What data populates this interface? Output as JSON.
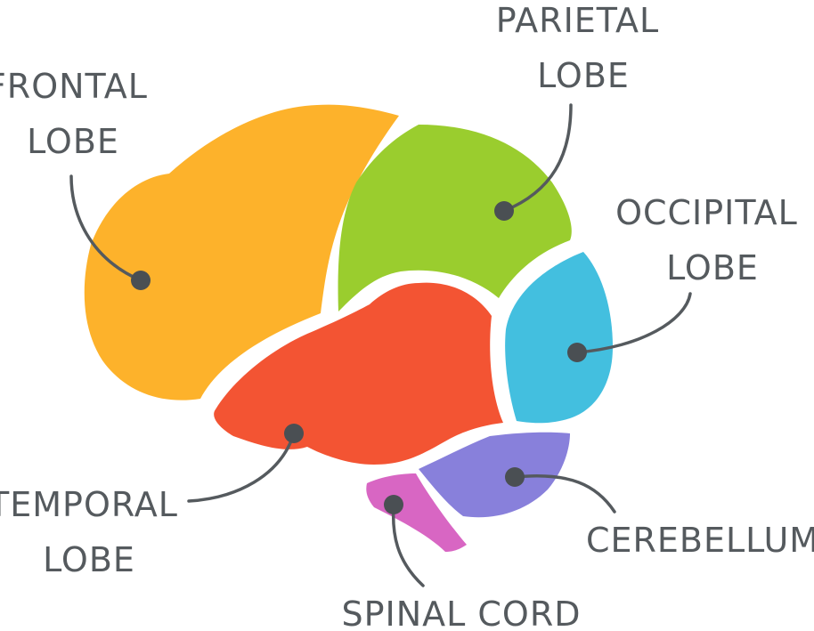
{
  "diagram": {
    "labels": {
      "frontal": [
        "FRONTAL",
        "LOBE"
      ],
      "parietal": [
        "PARIETAL",
        "LOBE"
      ],
      "occipital": [
        "OCCIPITAL",
        "LOBE"
      ],
      "temporal": [
        "TEMPORAL",
        "LOBE"
      ],
      "cerebellum": [
        "CEREBELLUM"
      ],
      "spinal_cord": [
        "SPINAL CORD"
      ]
    },
    "colors": {
      "frontal": "#fdb22b",
      "parietal": "#9acd2e",
      "occipital": "#43bfdf",
      "temporal": "#f35433",
      "cerebellum": "#8880db",
      "spinal_cord": "#d866c3",
      "text": "#555a5e",
      "dot": "#4a4f53"
    }
  }
}
